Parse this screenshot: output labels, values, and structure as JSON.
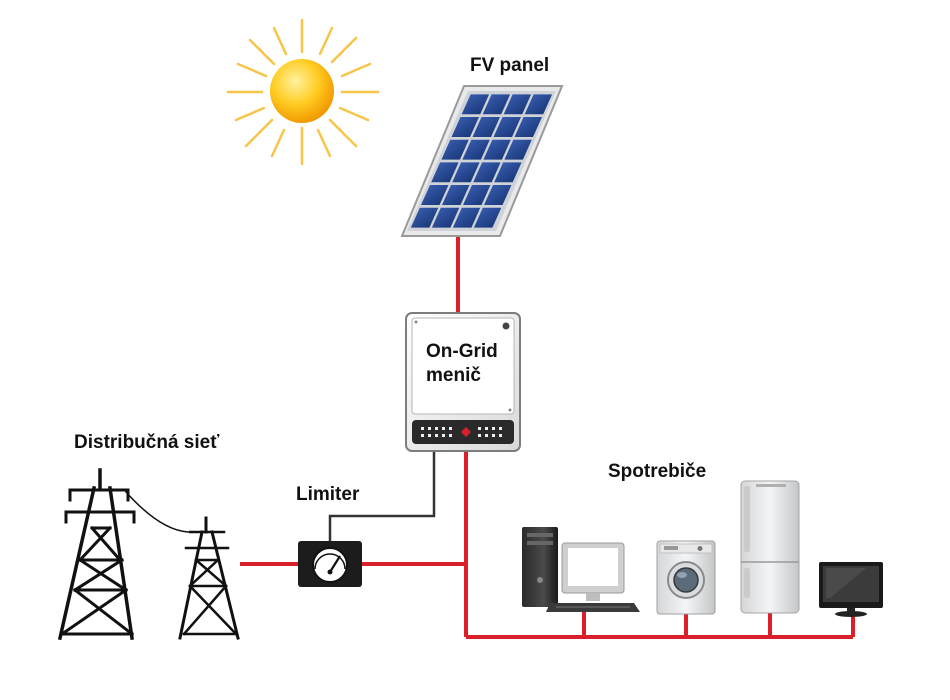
{
  "labels": {
    "fv_panel": "FV panel",
    "inverter_line1": "On-Grid",
    "inverter_line2": "menič",
    "grid": "Distribučná sieť",
    "limiter": "Limiter",
    "consumers": "Spotrebiče"
  },
  "icons": [
    "sun-icon",
    "solar-panel-icon",
    "inverter-icon",
    "power-tower-icon",
    "meter-icon",
    "desktop-computer-icon",
    "washing-machine-icon",
    "fridge-icon",
    "tv-monitor-icon"
  ],
  "colors": {
    "power_line": "#d9202a",
    "signal_line": "#333333",
    "sun": "#f5a800",
    "panel_cell": "#1f3f86"
  }
}
